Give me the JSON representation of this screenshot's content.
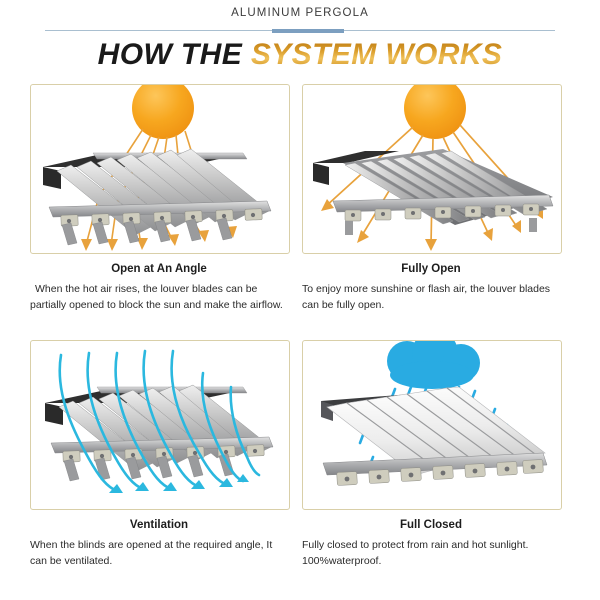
{
  "header": {
    "kicker": "ALUMINUM PERGOLA"
  },
  "title": {
    "part1": "HOW THE ",
    "part2": "SYSTEM WORKS",
    "accent_color": "#d99c2b",
    "dark_color": "#1a1a1a"
  },
  "colors": {
    "panel_border": "#d9cfa8",
    "sun": "#f6a11d",
    "sun_light": "#fcc44a",
    "ray": "#e8a23c",
    "airflow": "#2bb8df",
    "cloud": "#29abe2",
    "rain": "#29abe2",
    "aluminum_light": "#dcdcdc",
    "aluminum_mid": "#a8a8a8",
    "aluminum_dark": "#6f7072",
    "shadow_dark": "#1c1c1c",
    "rule": "#a9bfd0",
    "rule_accent": "#7c9fc0"
  },
  "panels": [
    {
      "id": "open-at-an-angle",
      "illustration": "pergola-louvers-partially-open-with-sun",
      "title": "Open at An Angle",
      "body": "When the hot air rises, the louver blades can be partially opened to block the sun and make the airflow."
    },
    {
      "id": "fully-open",
      "illustration": "pergola-louvers-fully-open-with-sun",
      "title": "Fully Open",
      "body": "To enjoy more sunshine or flash air, the louver blades can be fully open."
    },
    {
      "id": "ventilation",
      "illustration": "pergola-louvers-angled-with-airflow",
      "title": "Ventilation",
      "body": "When the blinds are opened at the required angle, It can be ventilated."
    },
    {
      "id": "full-closed",
      "illustration": "pergola-louvers-closed-with-rain-cloud",
      "title": "Full Closed",
      "body": "Fully closed to protect from rain and hot sunlight. 100%waterproof."
    }
  ]
}
